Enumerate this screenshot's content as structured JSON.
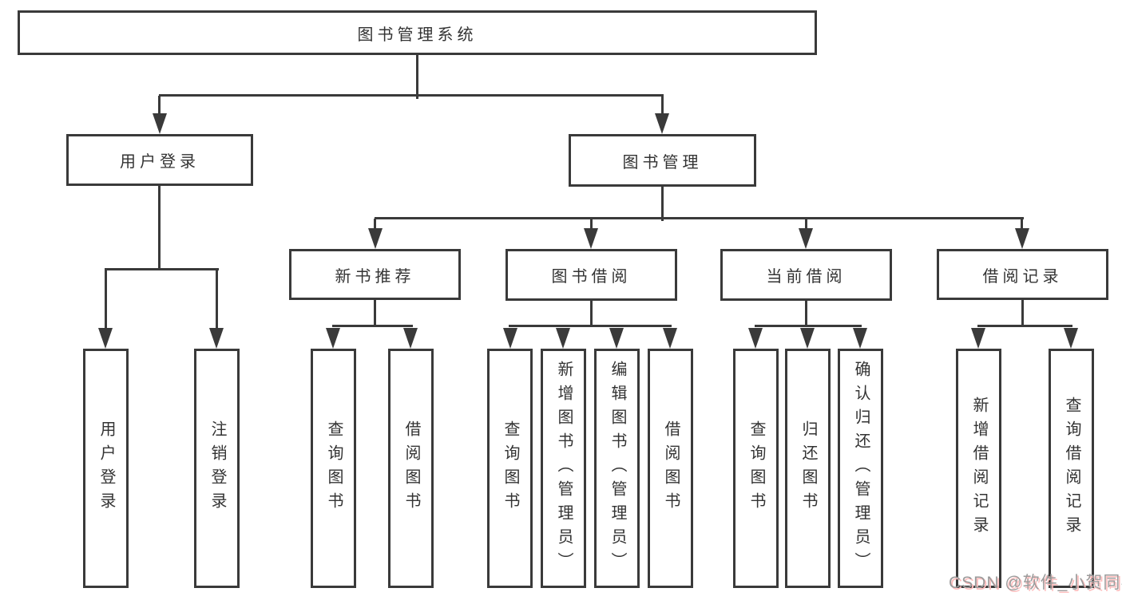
{
  "tree": {
    "label": "图书管理系统",
    "children": [
      {
        "label": "用户登录",
        "children": [
          {
            "label": "用户登录"
          },
          {
            "label": "注销登录"
          }
        ]
      },
      {
        "label": "图书管理",
        "children": [
          {
            "label": "新书推荐",
            "children": [
              {
                "label": "查询图书"
              },
              {
                "label": "借阅图书"
              }
            ]
          },
          {
            "label": "图书借阅",
            "children": [
              {
                "label": "查询图书"
              },
              {
                "label": "新增图书（管理员）"
              },
              {
                "label": "编辑图书（管理员）"
              },
              {
                "label": "借阅图书"
              }
            ]
          },
          {
            "label": "当前借阅",
            "children": [
              {
                "label": "查询图书"
              },
              {
                "label": "归还图书"
              },
              {
                "label": "确认归还（管理员）"
              }
            ]
          },
          {
            "label": "借阅记录",
            "children": [
              {
                "label": "新增借阅记录"
              },
              {
                "label": "查询借阅记录"
              }
            ]
          }
        ]
      }
    ]
  },
  "watermark": {
    "text": "CSDN @软件_小贺同学"
  },
  "colors": {
    "line": "#3a3a3a",
    "text": "#333333",
    "background": "#ffffff",
    "watermark_text": "#9b9b9b",
    "watermark_shadow": "#ffbdbd"
  }
}
